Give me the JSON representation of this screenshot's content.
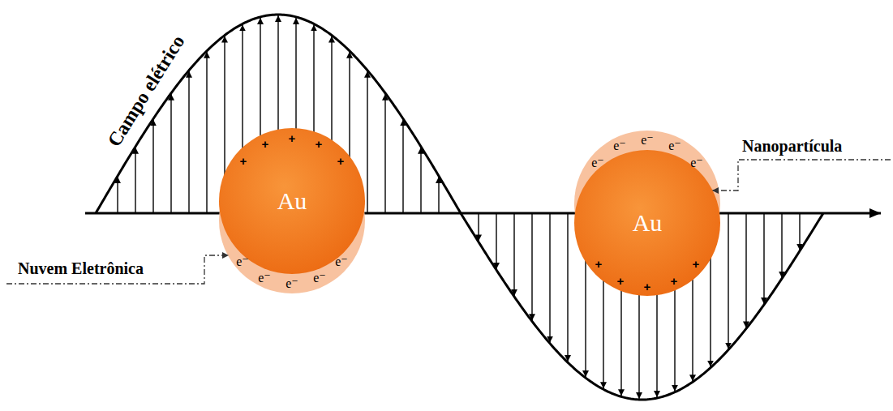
{
  "diagram": {
    "nodes": [
      {
        "text": [
          "Au"
        ]
      },
      {
        "text": [
          "Au"
        ]
      }
    ],
    "labels": [
      "Campo elétrico",
      "+",
      "+",
      "+",
      "+",
      "+",
      "e⁻",
      "e⁻",
      "e⁻",
      "e⁻",
      "e⁻",
      "e⁻",
      "e⁻",
      "e⁻",
      "e⁻",
      "e⁻",
      "+",
      "+",
      "+",
      "+",
      "+",
      "Nanopartícula",
      "Nuvem Eletrônica"
    ]
  }
}
